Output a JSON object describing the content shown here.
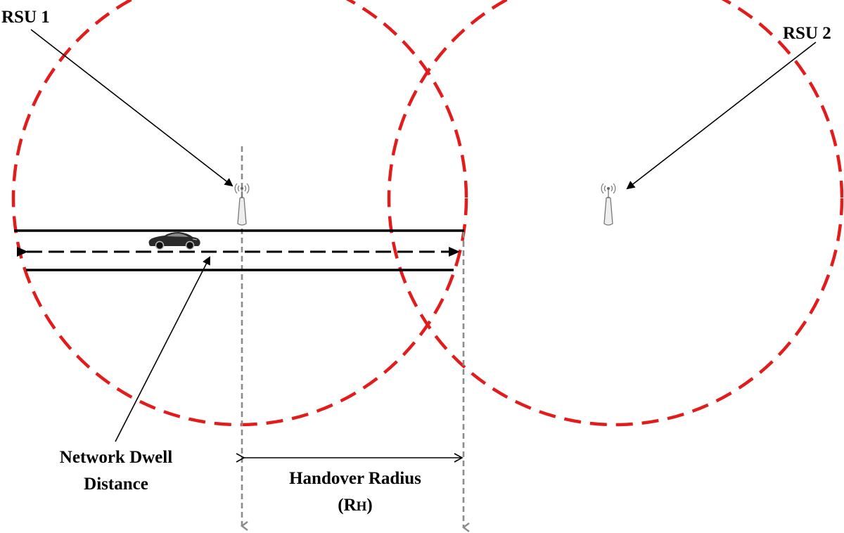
{
  "labels": {
    "rsu1": "RSU 1",
    "rsu2": "RSU 2",
    "dwell_line1": "Network Dwell",
    "dwell_line2": "Distance",
    "handover_line1": "Handover Radius",
    "handover_open": "(R",
    "handover_sub": "H",
    "handover_close": ")"
  },
  "colors": {
    "coverage_circle": "#e31b1b",
    "road": "#000000",
    "guide_line": "#8c8c8c",
    "text": "#000000"
  },
  "icons": {
    "rsu": "antenna-tower-icon",
    "vehicle": "car-icon"
  }
}
